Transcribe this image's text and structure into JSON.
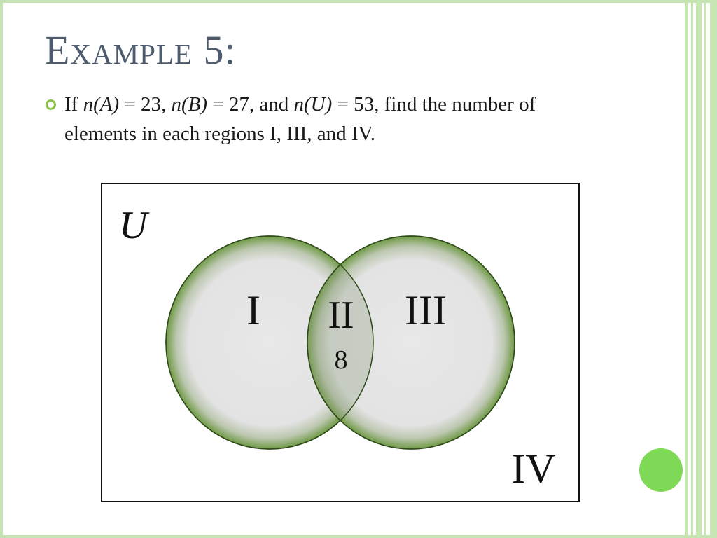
{
  "slide": {
    "title": "Example 5:",
    "bullet": {
      "p1": "If ",
      "na": "n(A)",
      "p2": " = 23, ",
      "nb": "n(B)",
      "p3": " = 27, and ",
      "nu": "n(U)",
      "p4": " = 53, find the number of elements in each regions I, III, and IV."
    }
  },
  "venn": {
    "universe_label": "U",
    "regions": {
      "I": "I",
      "II": "II",
      "III": "III",
      "IV": "IV"
    },
    "intersection_value": "8"
  },
  "colors": {
    "accent_green": "#8bc34a",
    "circle_fill": "#e6e6e6",
    "circle_edge": "#5f8a3a",
    "title": "#4d5b6e"
  }
}
